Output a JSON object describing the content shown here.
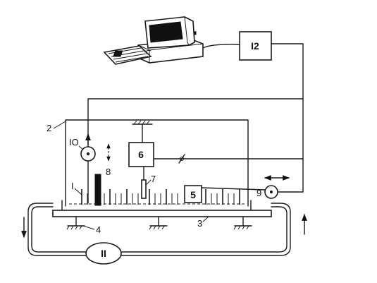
{
  "labels": {
    "box_12": "I2",
    "frame_2": "2",
    "sensor_10": "IO",
    "unit_6": "6",
    "rod_8": "8",
    "probe_7": "7",
    "pins_1": "I",
    "block_5": "5",
    "sensor_9": "9",
    "support_4": "4",
    "beam_3": "3",
    "pump_11": "II"
  }
}
